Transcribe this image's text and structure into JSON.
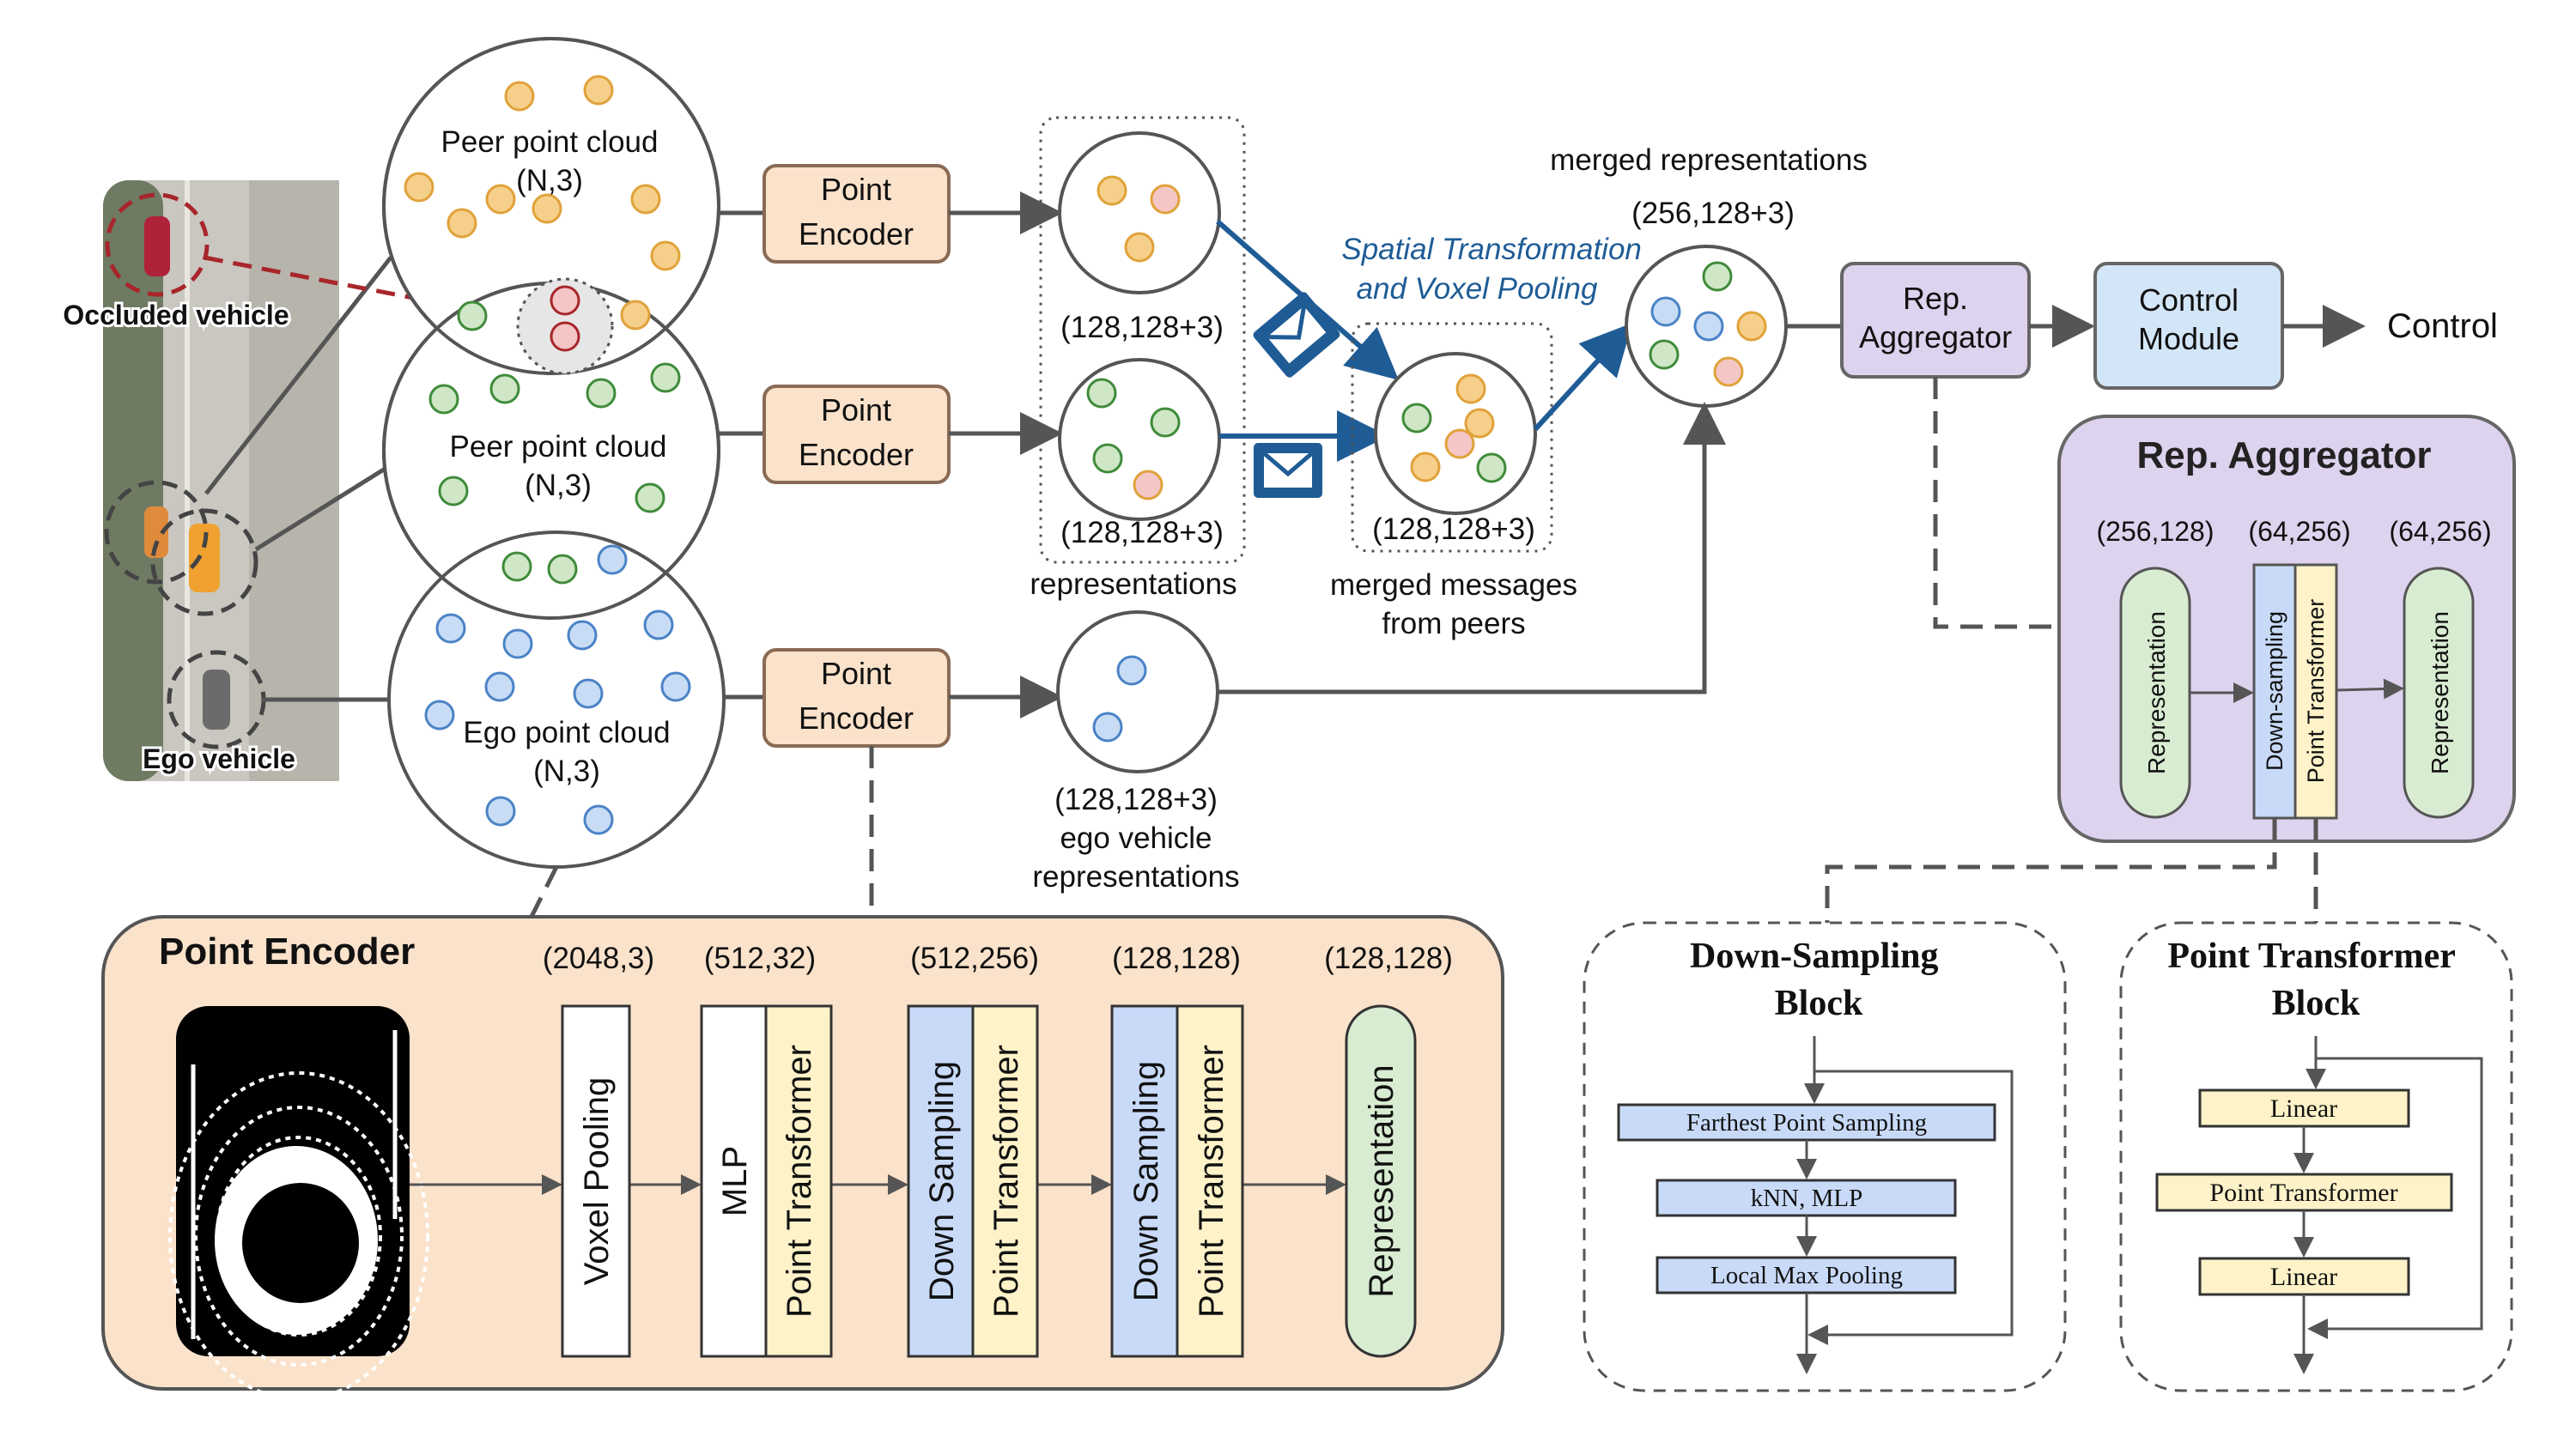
{
  "colors": {
    "peach_fill": "#fbe2cb",
    "peach_stroke": "#8a6a55",
    "lavender_fill": "#ddd3ee",
    "lightblue_fill": "#d3e6f7",
    "blue_block": "#c8daf8",
    "yellow_block": "#fdf2c8",
    "green_block": "#d8ecd2",
    "orange_pt": "#f6cf8a",
    "orange_stroke": "#e0a23a",
    "green_pt": "#cfe7c6",
    "green_stroke": "#3f8b3a",
    "blue_pt": "#c8dcf5",
    "blue_stroke": "#4a83c6",
    "red_pt": "#f4c6c6",
    "red_stroke": "#a8262b",
    "arrow_blue": "#1f5c96",
    "dark_arrow": "#555555"
  },
  "scene": {
    "occluded_label": "Occluded vehicle",
    "ego_label": "Ego vehicle"
  },
  "clouds": {
    "peer1_label": "Peer point cloud",
    "peer1_shape": "(N,3)",
    "peer2_label": "Peer point cloud",
    "peer2_shape": "(N,3)",
    "ego_label": "Ego point cloud",
    "ego_shape": "(N,3)"
  },
  "encoders": {
    "label_line1": "Point",
    "label_line2": "Encoder"
  },
  "reps": {
    "peer1_shape": "(128,128+3)",
    "peer2_shape": "(128,128+3)",
    "group_label": "representations",
    "ego_shape": "(128,128+3)",
    "ego_label_line1": "ego vehicle",
    "ego_label_line2": "representations"
  },
  "transform": {
    "label_line1": "Spatial Transformation",
    "label_line2": "and Voxel Pooling",
    "merged_shape": "(128,128+3)",
    "merged_label_line1": "merged messages",
    "merged_label_line2": "from peers"
  },
  "merged": {
    "title": "merged representations",
    "shape": "(256,128+3)"
  },
  "pipeline": {
    "aggregator_line1": "Rep.",
    "aggregator_line2": "Aggregator",
    "control_module_line1": "Control",
    "control_module_line2": "Module",
    "control_output": "Control"
  },
  "rep_aggregator_panel": {
    "title": "Rep. Aggregator",
    "dims": [
      "(256,128)",
      "(64,256)",
      "(64,256)"
    ],
    "input_label": "Representation",
    "downsampling_label": "Down-sampling",
    "transformer_label": "Point Transformer",
    "output_label": "Representation"
  },
  "point_encoder_panel": {
    "title": "Point Encoder",
    "dims": [
      "(2048,3)",
      "(512,32)",
      "(512,256)",
      "(128,128)",
      "(128,128)"
    ],
    "voxel_pooling": "Voxel Pooling",
    "mlp": "MLP",
    "point_transformer": "Point Transformer",
    "down_sampling": "Down Sampling",
    "representation": "Representation"
  },
  "downsampling_block": {
    "title_line1": "Down-Sampling",
    "title_line2": "Block",
    "steps": [
      "Farthest Point Sampling",
      "kNN, MLP",
      "Local Max Pooling"
    ]
  },
  "transformer_block": {
    "title_line1": "Point Transformer",
    "title_line2": "Block",
    "steps": [
      "Linear",
      "Point Transformer",
      "Linear"
    ]
  }
}
